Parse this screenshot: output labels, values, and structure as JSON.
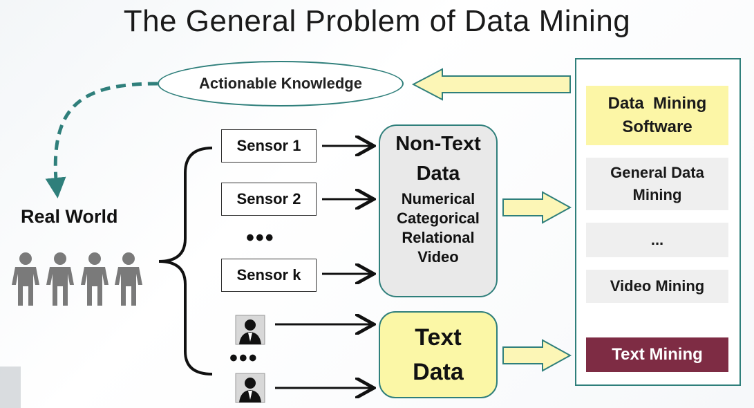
{
  "title": "The General Problem of Data Mining",
  "knowledge": {
    "label": "Actionable Knowledge"
  },
  "real_world": {
    "label": "Real World"
  },
  "sensors": [
    {
      "label": "Sensor 1"
    },
    {
      "label": "Sensor 2"
    },
    {
      "label": "Sensor k"
    }
  ],
  "ellipsis": "•••",
  "non_text": {
    "heading_line1": "Non-Text",
    "heading_line2": "Data",
    "types": [
      "Numerical",
      "Categorical",
      "Relational",
      "Video"
    ]
  },
  "text_data": {
    "line1": "Text",
    "line2": "Data"
  },
  "software_panel": {
    "dms_line1": "Data  Mining",
    "dms_line2": "Software",
    "gdm_line1": "General Data",
    "gdm_line2": "Mining",
    "dots": "...",
    "video_mining": "Video Mining",
    "text_mining": "Text Mining"
  },
  "colors": {
    "teal": "#2f7f7b",
    "yellow": "#fcf6a6",
    "gray": "#e9e9e9",
    "maroon": "#7e2c44",
    "people": "#7a7a7a"
  }
}
